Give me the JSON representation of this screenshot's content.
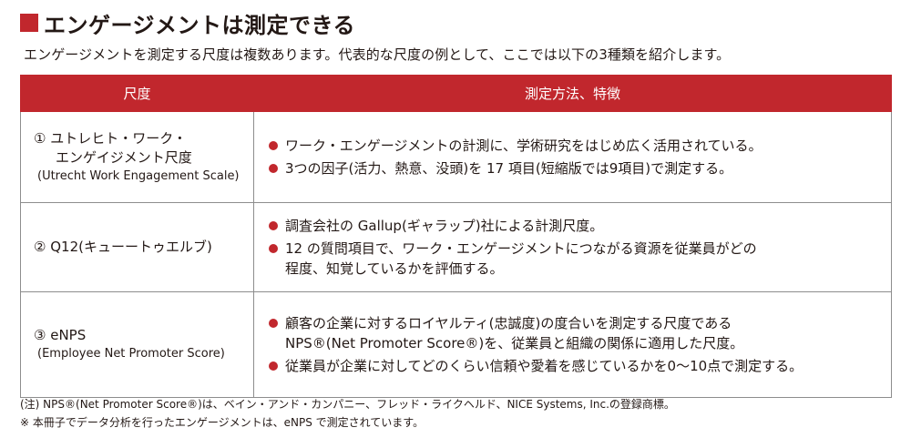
{
  "title": "エンゲージメントは測定できる",
  "intro": "エンゲージメントを測定する尺度は複数あります。代表的な尺度の例として、ここでは以下の3種類を紹介します。",
  "table": {
    "headers": [
      "尺度",
      "測定方法、特徴"
    ],
    "rows": [
      {
        "name_lines": [
          "① ユトレヒト・ワーク・",
          "エンゲイジメント尺度"
        ],
        "sub": "(Utrecht Work Engagement Scale)",
        "bullets": [
          [
            "ワーク・エンゲージメントの計測に、学術研究をはじめ広く活用されている。"
          ],
          [
            "3つの因子(活力、熱意、没頭)を 17 項目(短縮版では9項目)で測定する。"
          ]
        ]
      },
      {
        "name_lines": [
          "② Q12(キューートゥエルブ)"
        ],
        "sub": "",
        "bullets": [
          [
            "調査会社の Gallup(ギャラップ)社による計測尺度。"
          ],
          [
            "12 の質問項目で、ワーク・エンゲージメントにつながる資源を従業員がどの",
            "程度、知覚しているかを評価する。"
          ]
        ]
      },
      {
        "name_lines": [
          "③ eNPS"
        ],
        "sub": "(Employee Net Promoter Score)",
        "bullets": [
          [
            "顧客の企業に対するロイヤルティ(忠誠度)の度合いを測定する尺度である",
            "NPS®(Net Promoter Score®)を、従業員と組織の関係に適用した尺度。"
          ],
          [
            "従業員が企業に対してどのくらい信頼や愛着を感じているかを0〜10点で測定する。"
          ]
        ]
      }
    ]
  },
  "notes": [
    "(注) NPS®(Net Promoter Score®)は、ベイン・アンド・カンパニー、フレッド・ライクヘルド、NICE Systems, Inc.の登録商標。",
    "※ 本冊子でデータ分析を行ったエンゲージメントは、eNPS で測定されています。"
  ],
  "colors": {
    "accent": "#c1272d",
    "text": "#231815",
    "border": "#8d8d8d"
  }
}
